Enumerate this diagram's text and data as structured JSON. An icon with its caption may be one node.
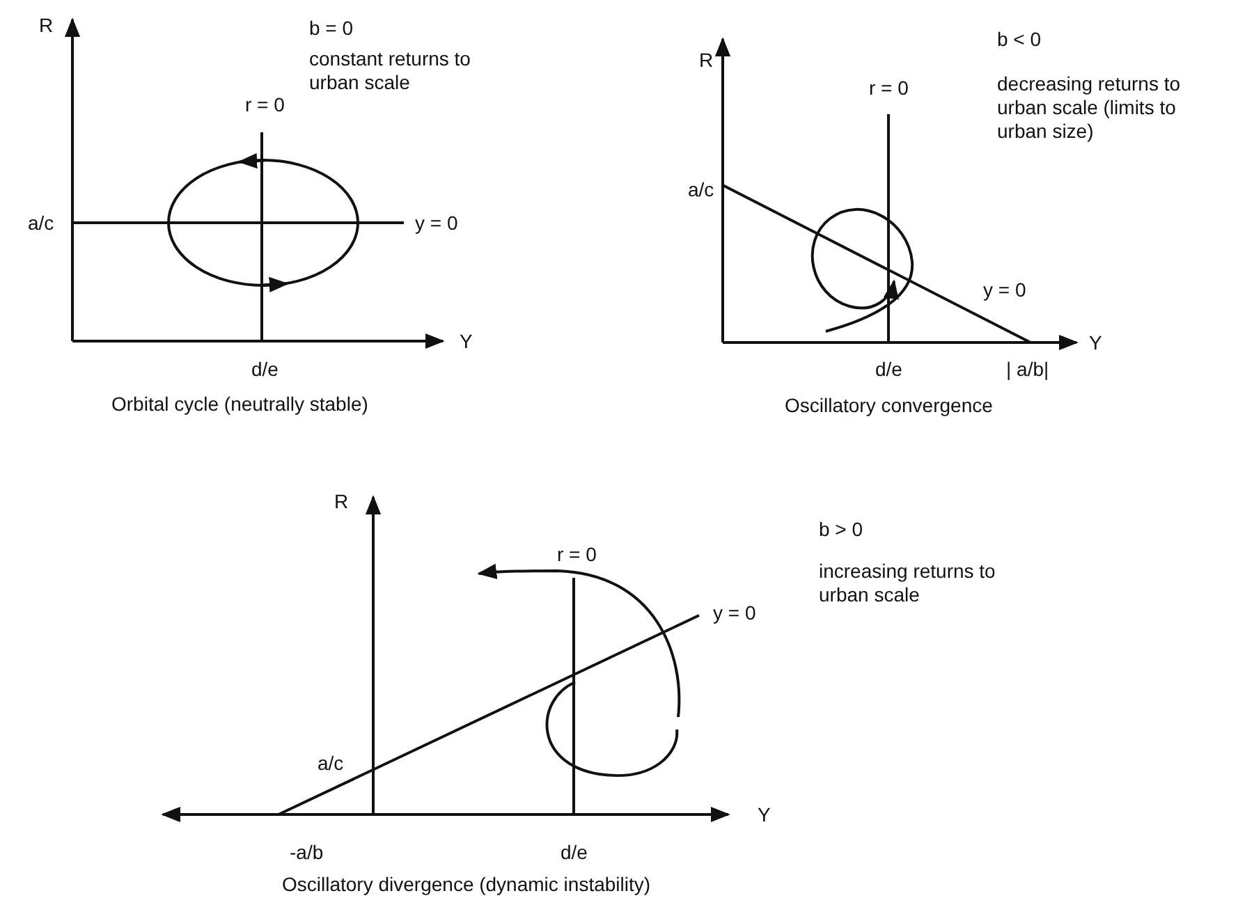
{
  "diagram": {
    "labels": [
      "R",
      "b = 0",
      "constant returns to urban scale",
      "r = 0",
      "a/c",
      "y = 0",
      "Y",
      "d/e",
      "Orbital cycle (neutrally stable)",
      "R",
      "b < 0",
      "decreasing returns to urban scale (limits to urban size)",
      "r = 0",
      "a/c",
      "y = 0",
      "Y",
      "d/e",
      "| a/b|",
      "Oscillatory convergence",
      "R",
      "b > 0",
      "r = 0",
      "increasing returns to urban scale",
      "y = 0",
      "a/c",
      "Y",
      "-a/b",
      "d/e",
      "Oscillatory divergence (dynamic instability)"
    ]
  }
}
